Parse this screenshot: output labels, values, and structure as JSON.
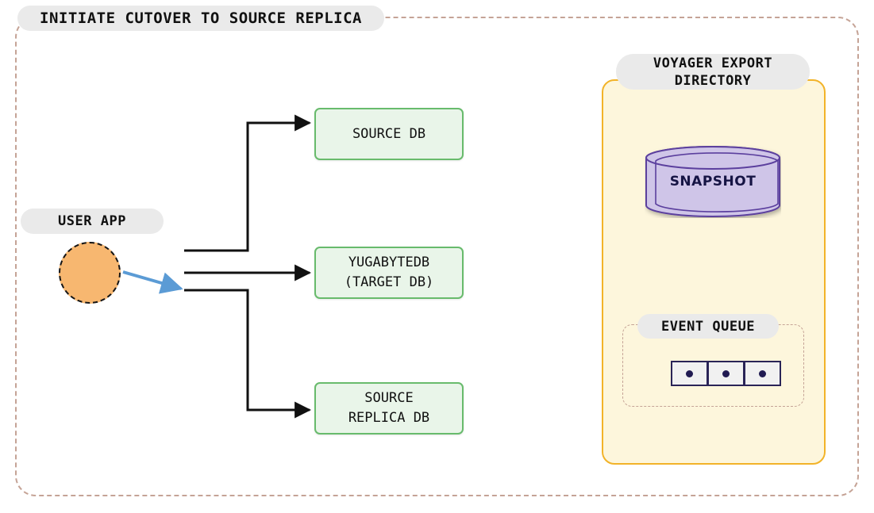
{
  "diagram": {
    "title": "INITIATE CUTOVER TO SOURCE REPLICA",
    "frame_border_color": "#c5a396"
  },
  "user_app": {
    "label": "USER APP",
    "circle_fill": "#f7b770",
    "circle_border": "#141414"
  },
  "databases": [
    {
      "id": "source-db",
      "line1": "SOURCE DB",
      "line2": ""
    },
    {
      "id": "target-db",
      "line1": "YUGABYTEDB",
      "line2": "(TARGET DB)"
    },
    {
      "id": "replica-db",
      "line1": "SOURCE",
      "line2": "REPLICA DB"
    }
  ],
  "voyager": {
    "title_line1": "VOYAGER EXPORT",
    "title_line2": "DIRECTORY",
    "panel_fill": "#fdf6dc",
    "panel_border": "#f2b329",
    "snapshot": {
      "label": "SNAPSHOT",
      "fill": "#cfc5e8",
      "stroke": "#5b3f9e"
    },
    "event_queue": {
      "label": "EVENT QUEUE",
      "cells": [
        {
          "marker": "event-dot"
        },
        {
          "marker": "event-dot"
        },
        {
          "marker": "event-dot"
        }
      ],
      "cell_border": "#2a2457",
      "cell_fill": "#f1f1f1"
    }
  },
  "connectors": {
    "app_to_bus_color": "#5b9bd5",
    "bus_to_db_color": "#111111"
  },
  "colors": {
    "pill_background": "#eaeaea",
    "db_fill": "#e9f5e9",
    "db_border": "#68bb6c"
  }
}
